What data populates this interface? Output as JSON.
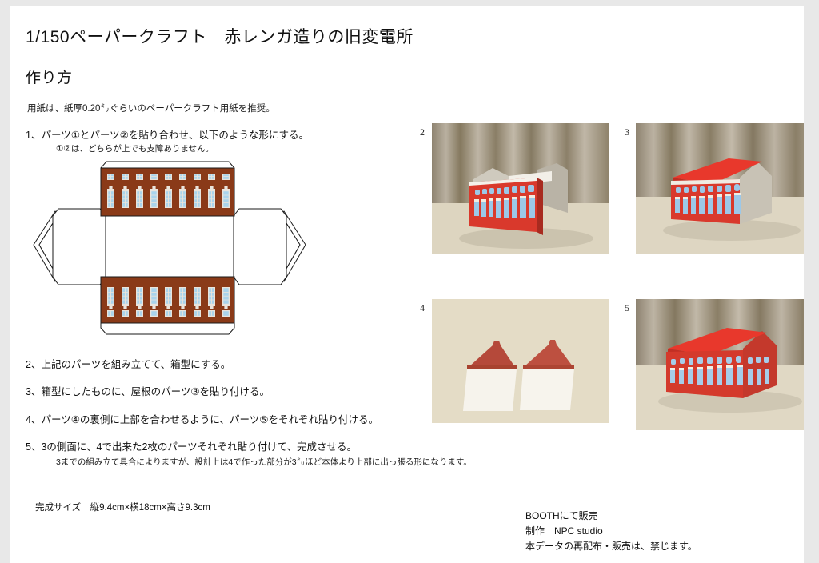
{
  "document": {
    "title": "1/150ペーパークラフト　赤レンガ造りの旧変電所",
    "section_heading": "作り方",
    "paper_note": "用紙は、紙厚0.20㍉ぐらいのペーパークラフト用紙を推奨。",
    "finished_size": "完成サイズ　縦9.4cm×横18cm×高さ9.3cm"
  },
  "steps": [
    {
      "text": "1、パーツ①とパーツ②を貼り合わせ、以下のような形にする。",
      "note": "①②は、どちらが上でも支障ありません。"
    },
    {
      "text": "2、上記のパーツを組み立てて、箱型にする。",
      "note": ""
    },
    {
      "text": "3、箱型にしたものに、屋根のパーツ③を貼り付ける。",
      "note": ""
    },
    {
      "text": "4、パーツ④の裏側に上部を合わせるように、パーツ⑤をそれぞれ貼り付ける。",
      "note": ""
    },
    {
      "text": "5、3の側面に、4で出来た2枚のパーツそれぞれ貼り付けて、完成させる。",
      "note": "3までの組み立て具合によりますが、設計上は4で作った部分が3㍉ほど本体より上部に出っ張る形になります。"
    }
  ],
  "photos": [
    {
      "label": "2",
      "caption": "open-box-assembly"
    },
    {
      "label": "3",
      "caption": "box-with-red-roof"
    },
    {
      "label": "4",
      "caption": "two-gable-end-parts"
    },
    {
      "label": "5",
      "caption": "completed-model"
    }
  ],
  "footer": {
    "line1": "BOOTHにて販売",
    "line2": "制作　NPC studio",
    "line3": "本データの再配布・販売は、禁じます。"
  },
  "colors": {
    "page_background": "#ffffff",
    "outer_background": "#e8e8e8",
    "brick_wall": "#8a3a18",
    "roof_red": "#e8382c",
    "window_glass": "#a9d4ec",
    "window_frame": "#e9e4dc",
    "photo_backdrop": "#a79a84",
    "photo_table": "#ded6c0",
    "model_red": "#d9392c",
    "gable_red": "#b5493a",
    "line_stroke": "#1a1a1a"
  },
  "template_diagram": {
    "name": "unfolded-papercraft-template",
    "windows_per_row": 9,
    "rows": 2
  }
}
